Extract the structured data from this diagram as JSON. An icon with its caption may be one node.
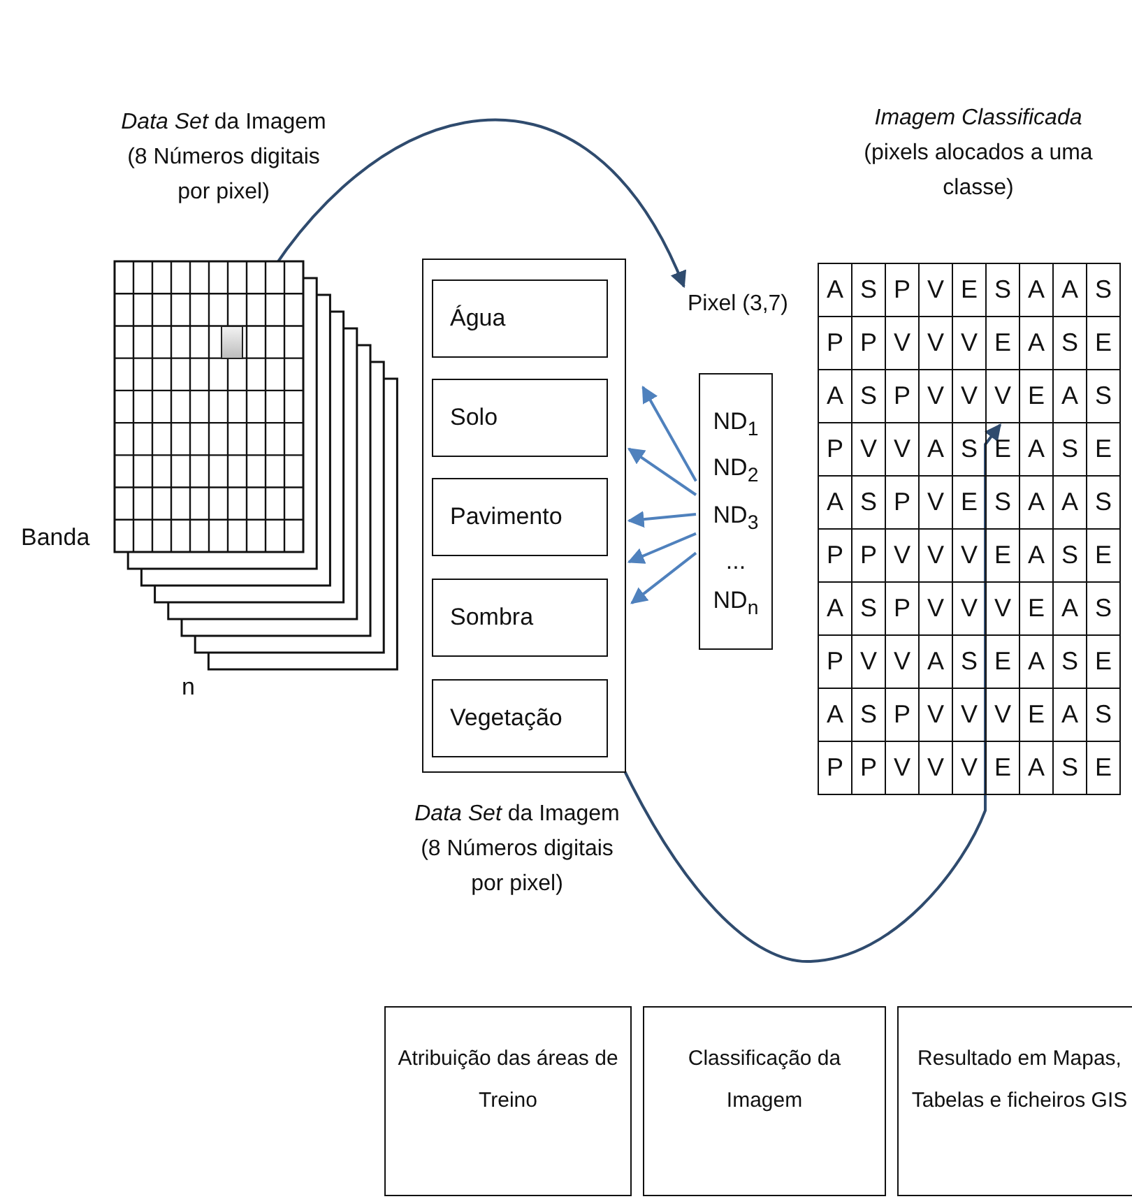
{
  "diagram": {
    "nodes": [
      {
        "text": [
          "*Data Set* da Imagem (8 Números digitais por pixel)"
        ]
      },
      {
        "text": [],
        "shape": "box",
        "in": 0
      },
      {
        "text": [
          "Pixel (3,7)",
          "ND$_{1}$",
          "ND$_{2}$",
          "ND$_{3}$",
          "...",
          "ND$_{n}$"
        ]
      },
      {
        "text": [
          "*Data Set* da Imagem (8 Números digitais por pixel)"
        ]
      },
      {
        "text": [
          "Água"
        ],
        "in": 3
      },
      {
        "text": [
          "Solo"
        ],
        "in": 3
      },
      {
        "text": [
          "Pavimento"
        ],
        "in": 3
      },
      {
        "text": [
          "Sombra"
        ],
        "in": 3
      },
      {
        "text": [
          "Vegetação"
        ],
        "in": 3
      },
      {
        "text": [
          "*Imagem Classificada* (pixels alocados a uma classe)"
        ]
      },
      {
        "text": [
          "Atribuição das áreas de Treino"
        ]
      },
      {
        "text": [
          "Classificação da Imagem"
        ]
      },
      {
        "text": [
          "Resultado em Mapas, Tabelas e ficheiros GIS"
        ]
      }
    ],
    "edges": [
      {
        "from": 1,
        "to": 2,
        "arrow": "to",
        "color": "#2f4b6e"
      },
      {
        "from": 2,
        "to": 3,
        "arrow": "to"
      },
      {
        "from": 2,
        "to": 3,
        "arrow": "to"
      },
      {
        "from": 2,
        "to": 3,
        "arrow": "to"
      },
      {
        "from": 2,
        "to": 3,
        "arrow": "to"
      },
      {
        "from": 2,
        "to": 3,
        "arrow": "to"
      },
      {
        "from": 8,
        "to": 9,
        "arrow": "to",
        "color": "#2f4b6e"
      }
    ],
    "labels": [
      "Banda",
      "n",
      "A",
      "S",
      "P",
      "V",
      "E",
      "S",
      "A",
      "A",
      "S",
      "P",
      "P",
      "V",
      "V",
      "V",
      "E",
      "A",
      "S",
      "E",
      "A",
      "S",
      "P",
      "V",
      "V",
      "V",
      "E",
      "A",
      "S",
      "P",
      "V",
      "V",
      "A",
      "S",
      "E",
      "A",
      "S",
      "E",
      "A",
      "S",
      "P",
      "V",
      "E",
      "S",
      "A",
      "A",
      "S",
      "P",
      "P",
      "V",
      "V",
      "V",
      "E",
      "A",
      "S",
      "E",
      "A",
      "S",
      "P",
      "V",
      "V",
      "V",
      "E",
      "A",
      "S",
      "P",
      "V",
      "V",
      "A",
      "S",
      "E",
      "A",
      "S",
      "E",
      "A",
      "S",
      "P",
      "V",
      "V",
      "V",
      "E",
      "A",
      "S",
      "P",
      "P",
      "V",
      "V",
      "V",
      "E",
      "A",
      "S",
      "E"
    ]
  }
}
